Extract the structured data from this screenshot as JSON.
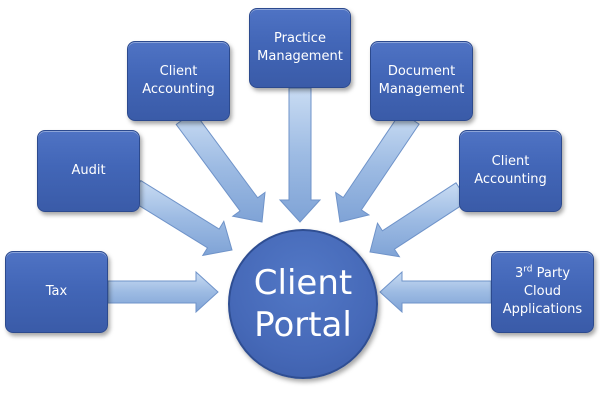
{
  "hub": {
    "line1": "Client",
    "line2": "Portal"
  },
  "nodes": {
    "practice": {
      "line1": "Practice",
      "line2": "Management"
    },
    "client_accounting_left": {
      "line1": "Client",
      "line2": "Accounting"
    },
    "document": {
      "line1": "Document",
      "line2": "Management"
    },
    "audit": {
      "label": "Audit"
    },
    "client_accounting_right": {
      "line1": "Client",
      "line2": "Accounting"
    },
    "tax": {
      "label": "Tax"
    },
    "third_party": {
      "num": "3",
      "sup": "rd",
      "word": "Party",
      "line2": "Cloud",
      "line3": "Applications"
    }
  },
  "colors": {
    "node": "#4266b7",
    "arrow": "#9dbbe3",
    "text": "#ffffff"
  }
}
